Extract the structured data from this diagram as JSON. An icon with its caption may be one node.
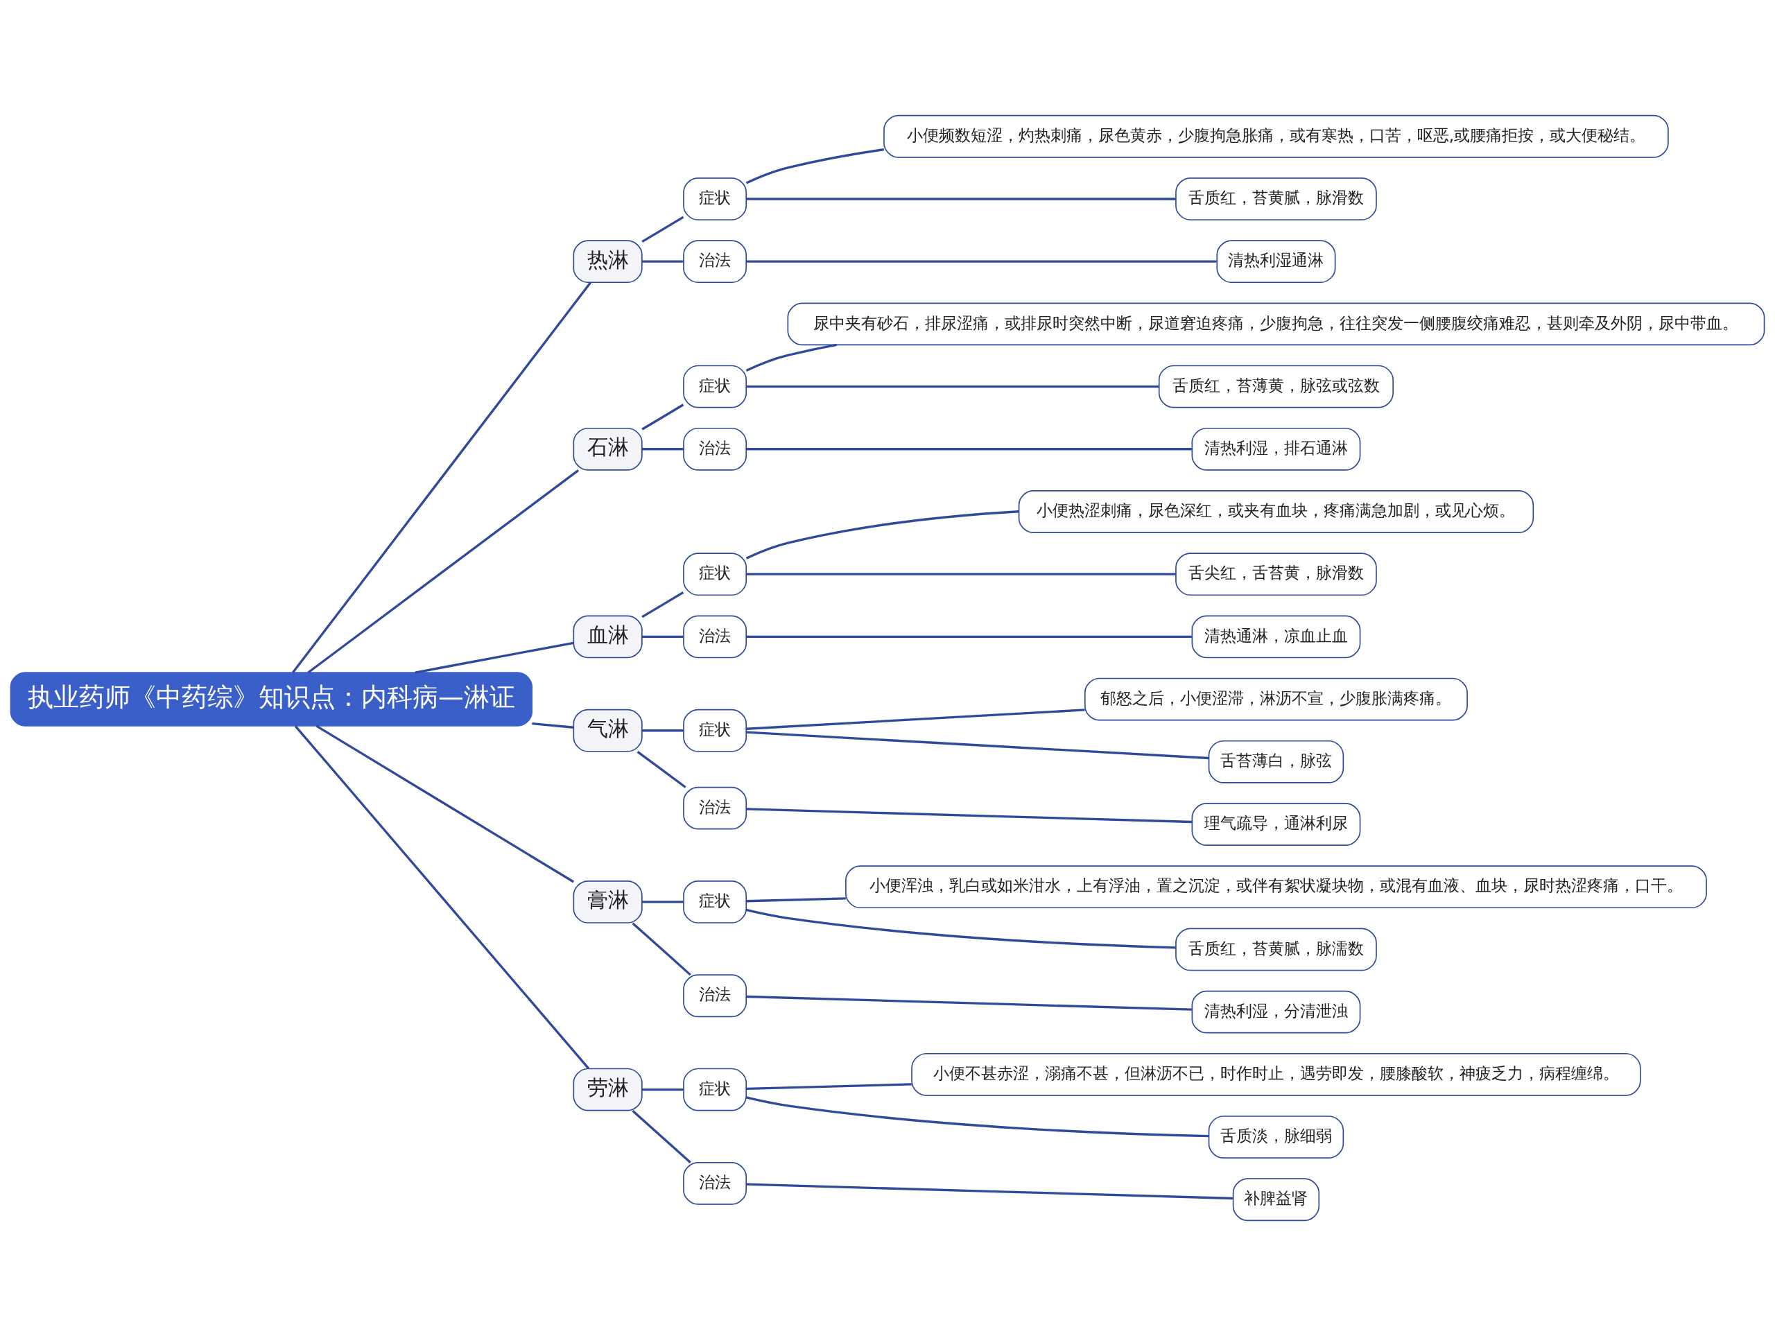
{
  "diagram": {
    "nodes": [
      {
        "text": [
          "执业药师《中药综》知识点：内科病—淋证"
        ]
      },
      {
        "text": [
          "热淋"
        ]
      },
      {
        "text": [
          "症状"
        ]
      },
      {
        "text": [
          "小便频数短涩，灼热刺痛，尿色黄赤，少腹拘急胀痛，或有寒热，口苦，呕恶,或腰痛拒按，或大便秘结。"
        ]
      },
      {
        "text": [
          "舌质红，苔黄腻，脉滑数"
        ]
      },
      {
        "text": [
          "治法"
        ]
      },
      {
        "text": [
          "清热利湿通淋"
        ]
      },
      {
        "text": [
          "石淋"
        ]
      },
      {
        "text": [
          "症状"
        ]
      },
      {
        "text": [
          "尿中夹有砂石，排尿涩痛，或排尿时突然中断，尿道窘迫疼痛，少腹拘急，往往突发一侧腰腹绞痛难忍，甚则牵及外阴，尿中带血。"
        ]
      },
      {
        "text": [
          "舌质红，苔薄黄，脉弦或弦数"
        ]
      },
      {
        "text": [
          "治法"
        ]
      },
      {
        "text": [
          "清热利湿，排石通淋"
        ]
      },
      {
        "text": [
          "血淋"
        ]
      },
      {
        "text": [
          "症状"
        ]
      },
      {
        "text": [
          "小便热涩刺痛，尿色深红，或夹有血块，疼痛满急加剧，或见心烦。"
        ]
      },
      {
        "text": [
          "舌尖红，舌苔黄，脉滑数"
        ]
      },
      {
        "text": [
          "治法"
        ]
      },
      {
        "text": [
          "清热通淋，凉血止血"
        ]
      },
      {
        "text": [
          "气淋"
        ]
      },
      {
        "text": [
          "症状"
        ]
      },
      {
        "text": [
          "郁怒之后，小便涩滞，淋沥不宣，少腹胀满疼痛。"
        ]
      },
      {
        "text": [
          "舌苔薄白，脉弦"
        ]
      },
      {
        "text": [
          "治法"
        ]
      },
      {
        "text": [
          "理气疏导，通淋利尿"
        ]
      },
      {
        "text": [
          "膏淋"
        ]
      },
      {
        "text": [
          "症状"
        ]
      },
      {
        "text": [
          "小便浑浊，乳白或如米泔水，上有浮油，置之沉淀，或伴有絮状凝块物，或混有血液、血块，尿时热涩疼痛，口干。"
        ]
      },
      {
        "text": [
          "舌质红，苔黄腻，脉濡数"
        ]
      },
      {
        "text": [
          "治法"
        ]
      },
      {
        "text": [
          "清热利湿，分清泄浊"
        ]
      },
      {
        "text": [
          "劳淋"
        ]
      },
      {
        "text": [
          "症状"
        ]
      },
      {
        "text": [
          "小便不甚赤涩，溺痛不甚，但淋沥不已，时作时止，遇劳即发，腰膝酸软，神疲乏力，病程缠绵。"
        ]
      },
      {
        "text": [
          "舌质淡，脉细弱"
        ]
      },
      {
        "text": [
          "治法"
        ]
      },
      {
        "text": [
          "补脾益肾"
        ]
      }
    ],
    "edges": [
      {
        "from": 0,
        "to": 1,
        "arrow": "none"
      },
      {
        "from": 1,
        "to": 2,
        "arrow": "none"
      },
      {
        "from": 2,
        "to": 3,
        "arrow": "none"
      },
      {
        "from": 2,
        "to": 4,
        "arrow": "none"
      },
      {
        "from": 1,
        "to": 5,
        "arrow": "none"
      },
      {
        "from": 5,
        "to": 6,
        "arrow": "none"
      },
      {
        "from": 0,
        "to": 7,
        "arrow": "none"
      },
      {
        "from": 7,
        "to": 8,
        "arrow": "none"
      },
      {
        "from": 8,
        "to": 9,
        "arrow": "none"
      },
      {
        "from": 8,
        "to": 10,
        "arrow": "none"
      },
      {
        "from": 7,
        "to": 11,
        "arrow": "none"
      },
      {
        "from": 11,
        "to": 12,
        "arrow": "none"
      },
      {
        "from": 0,
        "to": 13,
        "arrow": "none"
      },
      {
        "from": 13,
        "to": 14,
        "arrow": "none"
      },
      {
        "from": 14,
        "to": 15,
        "arrow": "none"
      },
      {
        "from": 14,
        "to": 16,
        "arrow": "none"
      },
      {
        "from": 13,
        "to": 17,
        "arrow": "none"
      },
      {
        "from": 17,
        "to": 18,
        "arrow": "none"
      },
      {
        "from": 0,
        "to": 19,
        "arrow": "none"
      },
      {
        "from": 19,
        "to": 20,
        "arrow": "none"
      },
      {
        "from": 20,
        "to": 21,
        "arrow": "none"
      },
      {
        "from": 20,
        "to": 22,
        "arrow": "none"
      },
      {
        "from": 19,
        "to": 23,
        "arrow": "none"
      },
      {
        "from": 23,
        "to": 24,
        "arrow": "none"
      },
      {
        "from": 0,
        "to": 25,
        "arrow": "none"
      },
      {
        "from": 25,
        "to": 26,
        "arrow": "none"
      },
      {
        "from": 26,
        "to": 27,
        "arrow": "none"
      },
      {
        "from": 26,
        "to": 28,
        "arrow": "none"
      },
      {
        "from": 25,
        "to": 29,
        "arrow": "none"
      },
      {
        "from": 29,
        "to": 30,
        "arrow": "none"
      },
      {
        "from": 0,
        "to": 31,
        "arrow": "none"
      },
      {
        "from": 31,
        "to": 32,
        "arrow": "none"
      },
      {
        "from": 32,
        "to": 33,
        "arrow": "none"
      },
      {
        "from": 32,
        "to": 34,
        "arrow": "none"
      },
      {
        "from": 31,
        "to": 35,
        "arrow": "none"
      },
      {
        "from": 35,
        "to": 36,
        "arrow": "none"
      }
    ]
  }
}
